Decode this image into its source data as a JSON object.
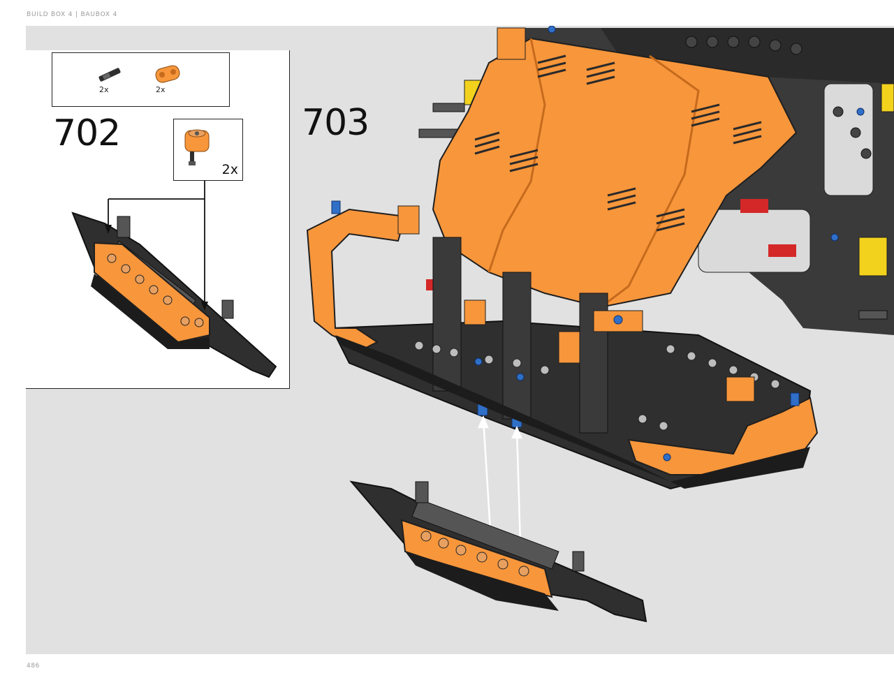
{
  "header": {
    "text": "BUILD BOX 4  |  BAUBOX 4"
  },
  "page_number": "486",
  "steps": {
    "left_step": "702",
    "right_step": "703"
  },
  "parts_list": {
    "items": [
      {
        "icon": "axle-pin-icon",
        "quantity": "2x"
      },
      {
        "icon": "orange-connector-icon",
        "quantity": "2x"
      }
    ]
  },
  "subassembly_callout": {
    "quantity": "2x"
  },
  "colors": {
    "orange": "#f7963b",
    "dark": "#2f2f2f",
    "light_gray": "#cfcfcf",
    "background": "#e1e1e1",
    "blue": "#2f6fc8",
    "red": "#d42828",
    "yellow": "#f2d21d"
  }
}
